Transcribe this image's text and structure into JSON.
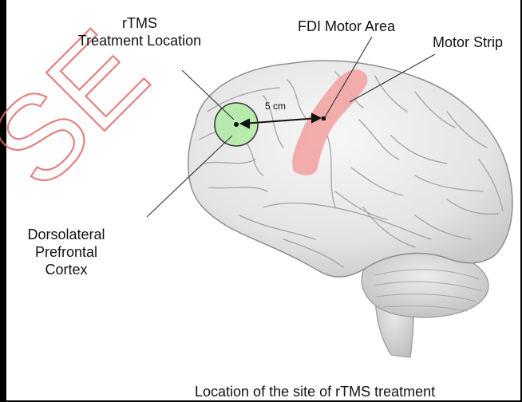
{
  "labels": {
    "rtms_line1": "rTMS",
    "rtms_line2": "Treatment Location",
    "fdi": "FDI Motor Area",
    "motor_strip": "Motor Strip",
    "distance": "5 cm",
    "dlpfc_line1": "Dorsolateral",
    "dlpfc_line2": "Prefrontal",
    "dlpfc_line3": "Cortex",
    "caption": "Location of the site of rTMS treatment",
    "watermark": "SE"
  },
  "colors": {
    "treatment_circle": "#b7ebaa",
    "motor_strip_fill": "#f2a6a6",
    "brain_fill": "#e6e6e6",
    "brain_stroke": "#9a9a9a"
  }
}
